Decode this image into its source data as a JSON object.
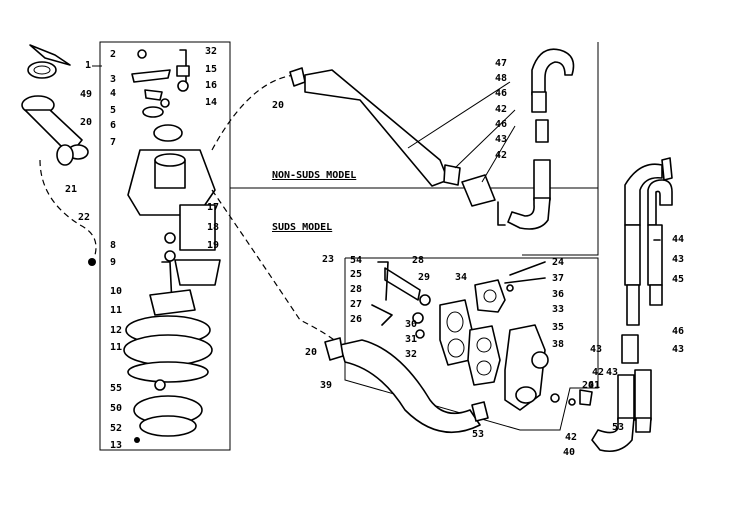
{
  "captions": {
    "non_suds": "NON-SUDS MODEL",
    "suds": "SUDS MODEL"
  },
  "labels": [
    "1",
    "2",
    "3",
    "4",
    "5",
    "6",
    "7",
    "8",
    "9",
    "10",
    "11",
    "11",
    "12",
    "13",
    "14",
    "15",
    "16",
    "17",
    "18",
    "19",
    "20",
    "20",
    "20",
    "20",
    "21",
    "22",
    "23",
    "24",
    "25",
    "26",
    "27",
    "28",
    "28",
    "29",
    "30",
    "31",
    "32",
    "32",
    "33",
    "34",
    "35",
    "36",
    "37",
    "38",
    "39",
    "40",
    "41",
    "42",
    "42",
    "42",
    "42",
    "43",
    "43",
    "43",
    "43",
    "43",
    "44",
    "45",
    "46",
    "46",
    "46",
    "47",
    "48",
    "49",
    "50",
    "52",
    "53",
    "53",
    "54",
    "55"
  ]
}
